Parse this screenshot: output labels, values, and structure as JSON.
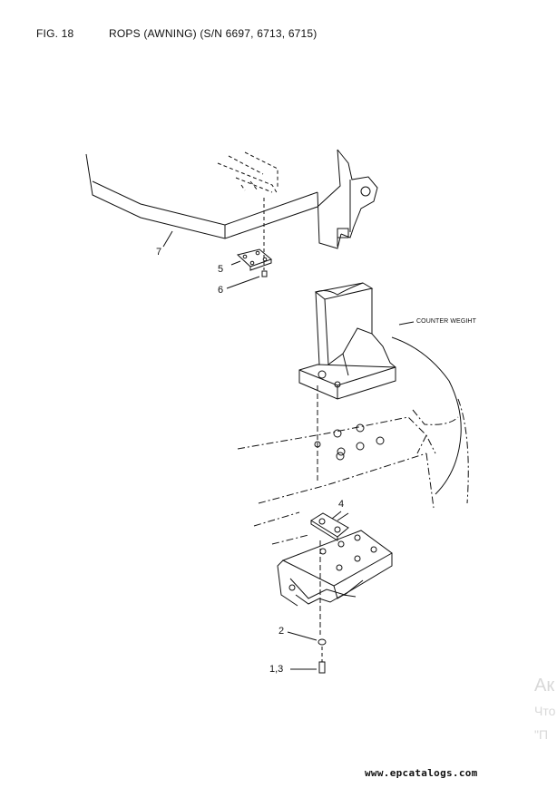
{
  "header": {
    "figure_number": "FIG. 18",
    "title": "ROPS (AWNING) (S/N 6697, 6713, 6715)"
  },
  "callouts": {
    "counter_weight": "COUNTER WEGIHT",
    "part_7": "7",
    "part_5": "5",
    "part_6": "6",
    "part_4": "4",
    "part_2": "2",
    "part_1_3": "1,3"
  },
  "watermark": {
    "line1": "Ак",
    "line2": "Что",
    "line3": "\"П"
  },
  "footer": {
    "url": "www.epcatalogs.com"
  }
}
